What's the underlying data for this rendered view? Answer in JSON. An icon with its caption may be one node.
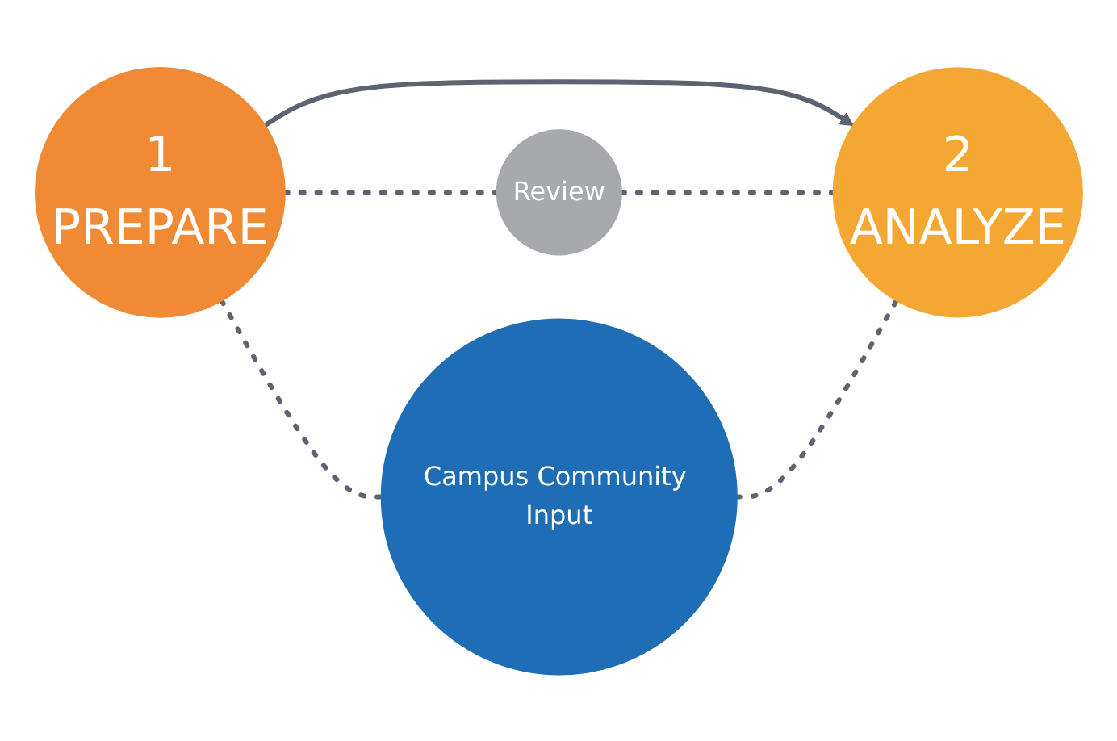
{
  "diagram": {
    "nodes": [
      {
        "text": [
          "1",
          "PREPARE"
        ]
      },
      {
        "text": [
          "Review"
        ]
      },
      {
        "text": [
          "2",
          "ANALYZE"
        ]
      },
      {
        "text": [
          "Campus Community Input"
        ]
      }
    ],
    "edges": [
      {
        "from": 0,
        "to": 2,
        "arrow": "to"
      },
      {
        "from": 0,
        "to": 1,
        "arrow": "none",
        "style": "dashed"
      },
      {
        "from": 1,
        "to": 2,
        "arrow": "none",
        "style": "dashed"
      },
      {
        "from": 0,
        "to": 3,
        "arrow": "none",
        "style": "dashed"
      },
      {
        "from": 3,
        "to": 2,
        "arrow": "none",
        "style": "dashed"
      }
    ]
  }
}
